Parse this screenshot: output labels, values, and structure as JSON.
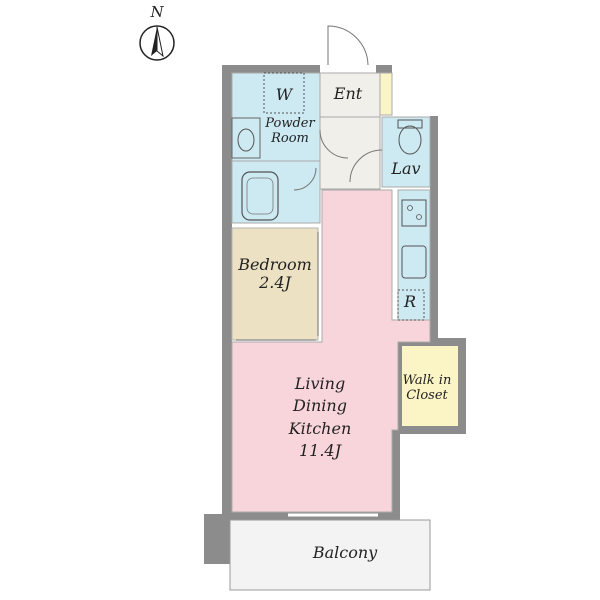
{
  "compass": {
    "label": "N"
  },
  "rooms": {
    "w": "W",
    "powder_room": [
      "Powder",
      "Room"
    ],
    "ent": "Ent",
    "lav": "Lav",
    "bedroom": [
      "Bedroom",
      "2.4J"
    ],
    "r": "R",
    "ldk": [
      "Living",
      "Dining",
      "Kitchen",
      "11.4J"
    ],
    "walk_in_closet": [
      "Walk in",
      "Closet"
    ],
    "balcony": "Balcony"
  },
  "colors": {
    "wall": "#8c8c8c",
    "wet_area": "#cde9f2",
    "bedroom": "#ece1c2",
    "ldk": "#f7d5db",
    "closet": "#fbf5c6",
    "entrance": "#f1efe9",
    "balcony": "#f3f3f3"
  }
}
